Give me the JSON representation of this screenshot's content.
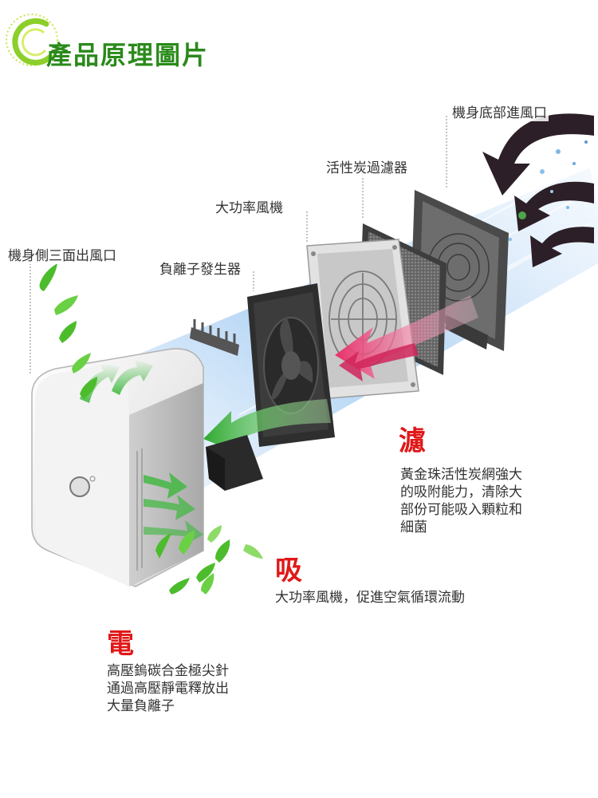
{
  "title": "產品原理圖片",
  "labels": {
    "bottom_inlet": "機身底部進風口",
    "carbon_filter": "活性炭過濾器",
    "fan": "大功率風機",
    "side_outlet": "機身側三面出風口",
    "ion_generator": "負離子發生器"
  },
  "filter": {
    "heading": "濾",
    "lines": [
      "黃金珠活性炭網強大",
      "的吸附能力，清除大",
      "部份可能吸入顆粒和",
      "細菌"
    ]
  },
  "suction": {
    "heading": "吸",
    "lines": [
      "大功率風機，促進空氣循環流動"
    ]
  },
  "electric": {
    "heading": "電",
    "lines": [
      "高壓鎢碳合金極尖針",
      "通過高壓靜電釋放出",
      "大量負離子"
    ]
  },
  "colors": {
    "title_green": "#2a8a1a",
    "accent_red": "#e01818",
    "airflow_pink": "#e8306a",
    "airflow_green": "#3cb83c",
    "airflow_blue": "#7fb8ee"
  },
  "icons": [
    "swirl-logo-icon",
    "leaf-icon",
    "arrow-icon"
  ]
}
